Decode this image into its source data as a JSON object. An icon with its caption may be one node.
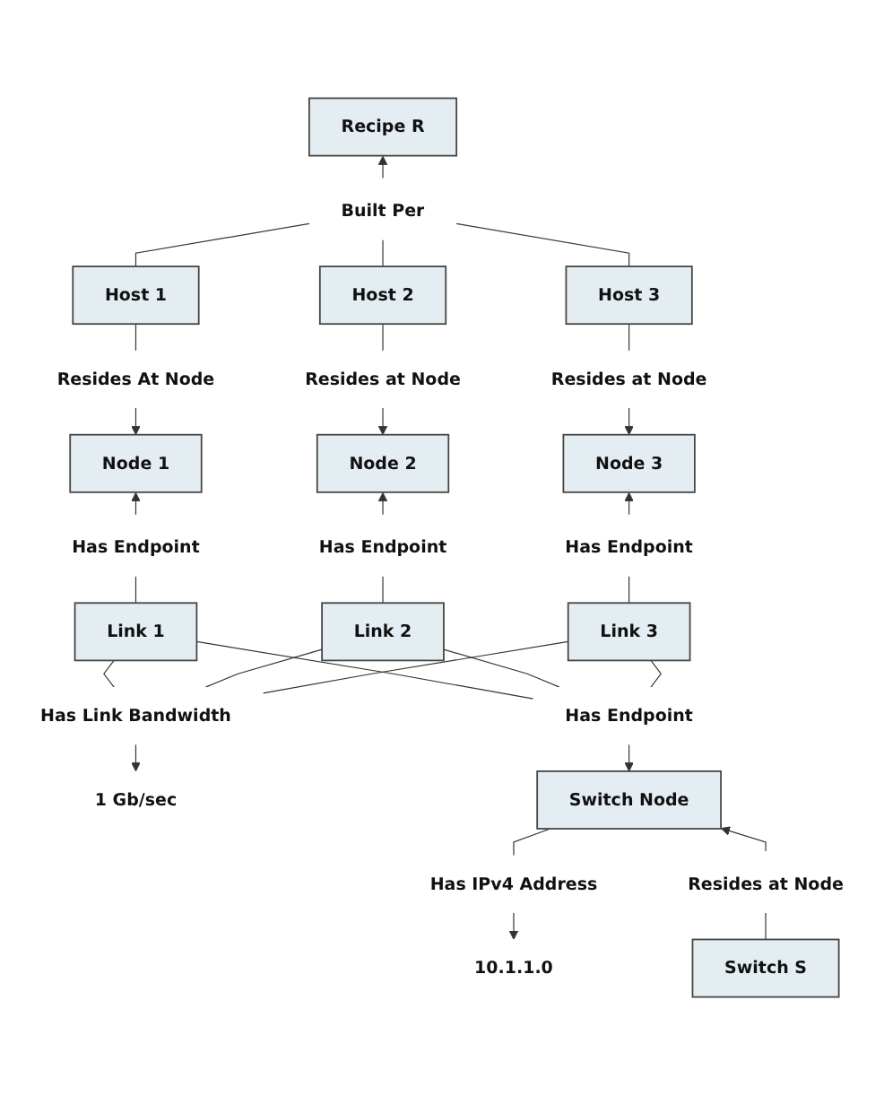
{
  "diagram": {
    "nodes": [
      {
        "text": [
          "Recipe R"
        ]
      },
      {
        "text": [
          "Built Per"
        ]
      },
      {
        "text": [
          "Host 1"
        ]
      },
      {
        "text": [
          "Host 2"
        ]
      },
      {
        "text": [
          "Host 3"
        ]
      },
      {
        "text": [
          "Resides At Node"
        ]
      },
      {
        "text": [
          "Resides at Node"
        ]
      },
      {
        "text": [
          "Resides at Node"
        ]
      },
      {
        "text": [
          "Node 1"
        ]
      },
      {
        "text": [
          "Node 2"
        ]
      },
      {
        "text": [
          "Node 3"
        ]
      },
      {
        "text": [
          "Has Endpoint"
        ]
      },
      {
        "text": [
          "Has Endpoint"
        ]
      },
      {
        "text": [
          "Link 1"
        ]
      },
      {
        "text": [
          "Has Endpoint"
        ]
      },
      {
        "text": [
          "Has Link Bandwidth"
        ]
      },
      {
        "text": [
          "Link 2"
        ]
      },
      {
        "text": [
          "Link 3"
        ]
      },
      {
        "text": [
          "1 Gb/sec"
        ]
      },
      {
        "text": [
          "Has Endpoint"
        ]
      },
      {
        "text": [
          "10.1.1.0"
        ]
      },
      {
        "text": [
          "Has IPv4 Address"
        ]
      },
      {
        "text": [
          "Switch Node"
        ]
      },
      {
        "text": [
          "Resides at Node"
        ]
      },
      {
        "text": [
          "Switch S"
        ]
      }
    ],
    "edges": [
      {
        "from": 2,
        "to": 1,
        "arrow": "none"
      },
      {
        "from": 3,
        "to": 1,
        "arrow": "none"
      },
      {
        "from": 4,
        "to": 1,
        "arrow": "none"
      },
      {
        "from": 1,
        "to": 0,
        "arrow": "to"
      },
      {
        "from": 2,
        "to": 5,
        "arrow": "none"
      },
      {
        "from": 5,
        "to": 8,
        "arrow": "to"
      },
      {
        "from": 3,
        "to": 6,
        "arrow": "none"
      },
      {
        "from": 6,
        "to": 9,
        "arrow": "to"
      },
      {
        "from": 4,
        "to": 7,
        "arrow": "none"
      },
      {
        "from": 7,
        "to": 10,
        "arrow": "to"
      },
      {
        "from": 13,
        "to": 11,
        "arrow": "none"
      },
      {
        "from": 11,
        "to": 8,
        "arrow": "to"
      },
      {
        "from": 16,
        "to": 12,
        "arrow": "none"
      },
      {
        "from": 12,
        "to": 9,
        "arrow": "to"
      },
      {
        "from": 17,
        "to": 14,
        "arrow": "none"
      },
      {
        "from": 14,
        "to": 10,
        "arrow": "to"
      },
      {
        "from": 13,
        "to": 15,
        "arrow": "none"
      },
      {
        "from": 16,
        "to": 15,
        "arrow": "none"
      },
      {
        "from": 17,
        "to": 15,
        "arrow": "none"
      },
      {
        "from": 15,
        "to": 18,
        "arrow": "to"
      },
      {
        "from": 13,
        "to": 19,
        "arrow": "none"
      },
      {
        "from": 16,
        "to": 19,
        "arrow": "none"
      },
      {
        "from": 17,
        "to": 19,
        "arrow": "none"
      },
      {
        "from": 19,
        "to": 22,
        "arrow": "to"
      },
      {
        "from": 22,
        "to": 21,
        "arrow": "none"
      },
      {
        "from": 21,
        "to": 20,
        "arrow": "to"
      },
      {
        "from": 24,
        "to": 23,
        "arrow": "none"
      },
      {
        "from": 23,
        "to": 22,
        "arrow": "to"
      }
    ]
  }
}
